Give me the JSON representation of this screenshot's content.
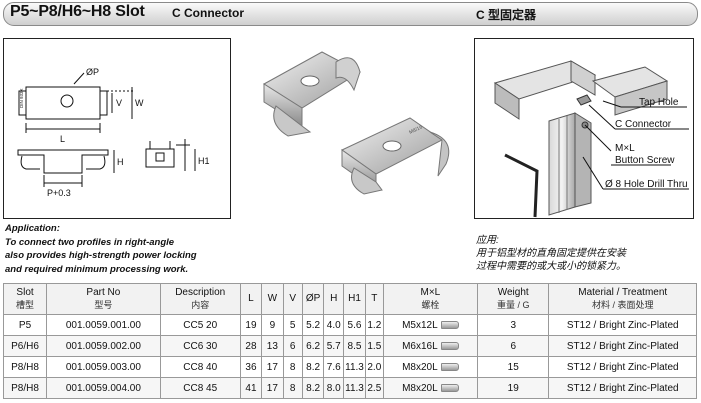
{
  "header": {
    "title": "P5~P8/H6~H8 Slot",
    "subtitle": "C Connector",
    "title_cn": "C 型固定器"
  },
  "drawing": {
    "label_diam": "ØP",
    "label_L": "L",
    "label_V": "V",
    "label_W": "W",
    "label_H": "H",
    "label_H1": "H1",
    "label_P": "P+0.3",
    "part_text": [
      "DIN 933X",
      "M8/16",
      "SET"
    ]
  },
  "photo_labels": {
    "tap_hole": "Tap Hole",
    "c_connector": "C Connector",
    "mxl": "M×L",
    "button_screw": "Button Screw",
    "drill": "Ø 8 Hole Drill Thru"
  },
  "application": {
    "title": "Application:",
    "lines": [
      "To connect two profiles in right-angle",
      "also provides high-strength  power locking",
      "and required minimum processing work."
    ]
  },
  "application_cn": {
    "title": "应用:",
    "lines": [
      "用于铝型材的直角固定提供在安装",
      "过程中需要的或大或小的锁紧力。"
    ]
  },
  "table": {
    "headers": {
      "slot": "Slot",
      "slot_cn": "槽型",
      "part": "Part No",
      "part_cn": "型号",
      "desc": "Description",
      "desc_cn": "内容",
      "L": "L",
      "W": "W",
      "V": "V",
      "P": "ØP",
      "H": "H",
      "H1": "H1",
      "T": "T",
      "mxl": "M×L",
      "mxl_cn": "螺栓",
      "weight": "Weight",
      "weight_cn": "重量 / G",
      "material": "Material / Treatment",
      "material_cn": "材料 / 表面处理"
    },
    "rows": [
      {
        "slot": "P5",
        "part": "001.0059.001.00",
        "desc": "CC5 20",
        "L": "19",
        "W": "9",
        "V": "5",
        "P": "5.2",
        "H": "4.0",
        "H1": "5.6",
        "T": "1.2",
        "mxl": "M5x12L",
        "weight": "3",
        "material": "ST12 / Bright Zinc-Plated"
      },
      {
        "slot": "P6/H6",
        "part": "001.0059.002.00",
        "desc": "CC6 30",
        "L": "28",
        "W": "13",
        "V": "6",
        "P": "6.2",
        "H": "5.7",
        "H1": "8.5",
        "T": "1.5",
        "mxl": "M6x16L",
        "weight": "6",
        "material": "ST12 / Bright Zinc-Plated"
      },
      {
        "slot": "P8/H8",
        "part": "001.0059.003.00",
        "desc": "CC8 40",
        "L": "36",
        "W": "17",
        "V": "8",
        "P": "8.2",
        "H": "7.6",
        "H1": "11.3",
        "T": "2.0",
        "mxl": "M8x20L",
        "weight": "15",
        "material": "ST12 / Bright Zinc-Plated"
      },
      {
        "slot": "P8/H8",
        "part": "001.0059.004.00",
        "desc": "CC8 45",
        "L": "41",
        "W": "17",
        "V": "8",
        "P": "8.2",
        "H": "8.0",
        "H1": "11.3",
        "T": "2.5",
        "mxl": "M8x20L",
        "weight": "19",
        "material": "ST12 / Bright Zinc-Plated"
      }
    ]
  }
}
